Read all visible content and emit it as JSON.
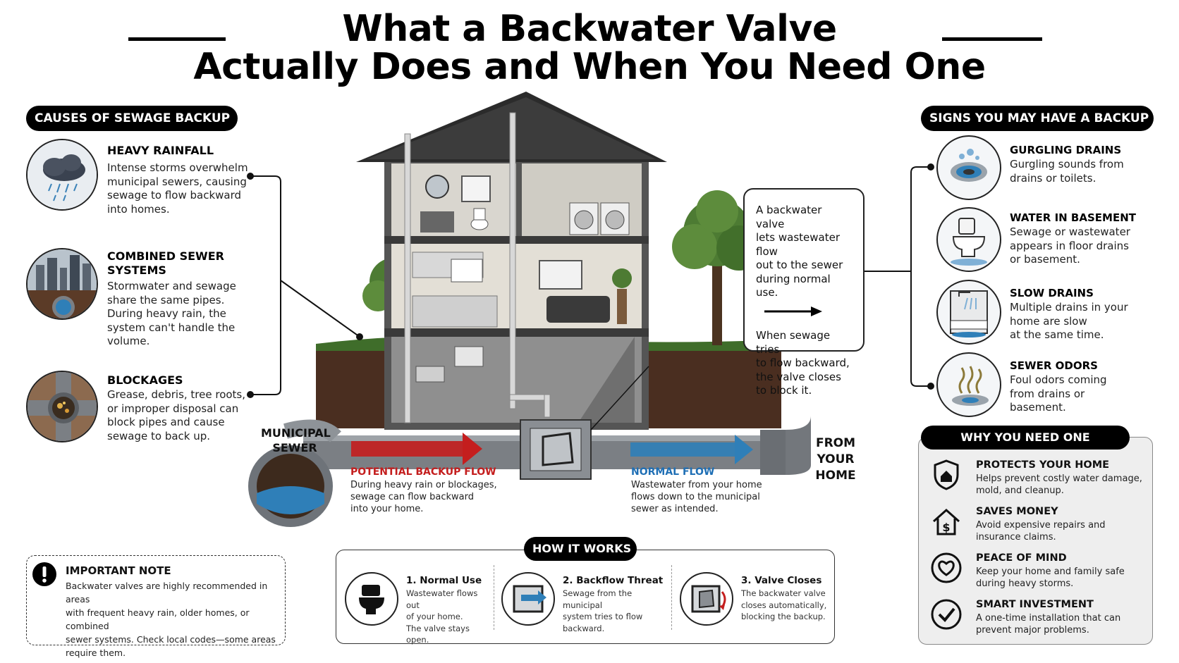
{
  "title": {
    "line1": "What a Backwater Valve",
    "line2": "Actually Does and When You Need One"
  },
  "causes": {
    "header": "CAUSES OF SEWAGE BACKUP",
    "items": [
      {
        "title": "HEAVY RAINFALL",
        "text": [
          "Intense storms overwhelm",
          "municipal sewers, causing",
          "sewage to flow backward",
          "into homes."
        ],
        "icon": "storm-cloud-icon"
      },
      {
        "title": [
          "COMBINED SEWER",
          "SYSTEMS"
        ],
        "text": [
          "Stormwater and sewage",
          "share the same pipes.",
          "During heavy rain, the",
          "system can't handle the",
          "volume."
        ],
        "icon": "city-sewer-icon"
      },
      {
        "title": "BLOCKAGES",
        "text": [
          "Grease, debris, tree roots,",
          "or improper disposal can",
          "block pipes and cause",
          "sewage to back up."
        ],
        "icon": "blocked-pipe-icon"
      }
    ]
  },
  "signs": {
    "header": "SIGNS YOU MAY HAVE A BACKUP",
    "items": [
      {
        "title": "GURGLING DRAINS",
        "text": [
          "Gurgling sounds from",
          "drains or toilets."
        ],
        "icon": "drain-icon"
      },
      {
        "title": "WATER IN BASEMENT",
        "text": [
          "Sewage or wastewater",
          "appears in floor drains",
          "or basement."
        ],
        "icon": "toilet-icon"
      },
      {
        "title": "SLOW DRAINS",
        "text": [
          "Multiple drains in your",
          "home are slow",
          "at the same time."
        ],
        "icon": "shower-icon"
      },
      {
        "title": "SEWER ODORS",
        "text": [
          "Foul odors coming",
          "from drains or",
          "basement."
        ],
        "icon": "odor-icon"
      }
    ]
  },
  "callout": {
    "text1": [
      "A backwater valve",
      "lets wastewater flow",
      "out to the sewer",
      "during normal use."
    ],
    "text2": [
      "When sewage tries",
      "to flow backward,",
      "the valve closes",
      "to block it."
    ]
  },
  "diagram": {
    "municipal_label": [
      "MUNICIPAL",
      "SEWER"
    ],
    "from_home_label": [
      "FROM",
      "YOUR",
      "HOME"
    ],
    "backup_flow": {
      "title": "POTENTIAL BACKUP FLOW",
      "text": [
        "During heavy rain or blockages,",
        "sewage can flow backward",
        "into your home."
      ],
      "color": "#c41e1e"
    },
    "normal_flow": {
      "title": "NORMAL FLOW",
      "text": [
        "Wastewater from your home",
        "flows down to the municipal",
        "sewer as intended."
      ],
      "color": "#1f6fb5"
    }
  },
  "note": {
    "title": "IMPORTANT NOTE",
    "text": [
      "Backwater valves are highly recommended in areas",
      "with frequent heavy rain, older homes, or combined",
      "sewer systems. Check local codes—some areas",
      "require them."
    ]
  },
  "how": {
    "header": "HOW IT WORKS",
    "steps": [
      {
        "title": "1. Normal Use",
        "text": [
          "Wastewater flows out",
          "of your home.",
          "The valve stays open."
        ],
        "icon": "toilet-icon"
      },
      {
        "title": "2. Backflow Threat",
        "text": [
          "Sewage from the municipal",
          "system tries to flow",
          "backward."
        ],
        "icon": "valve-arrow-icon"
      },
      {
        "title": "3. Valve Closes",
        "text": [
          "The backwater valve",
          "closes automatically,",
          "blocking the backup."
        ],
        "icon": "valve-closed-icon"
      }
    ]
  },
  "why": {
    "header": "WHY YOU NEED ONE",
    "items": [
      {
        "title": "PROTECTS YOUR HOME",
        "text": [
          "Helps prevent costly water damage,",
          "mold, and cleanup."
        ],
        "icon": "shield-home-icon"
      },
      {
        "title": "SAVES MONEY",
        "text": [
          "Avoid expensive repairs and",
          "insurance claims."
        ],
        "icon": "house-dollar-icon"
      },
      {
        "title": "PEACE OF MIND",
        "text": [
          "Keep your home and family safe",
          "during heavy storms."
        ],
        "icon": "heart-shield-icon"
      },
      {
        "title": "SMART INVESTMENT",
        "text": [
          "A one-time installation that can",
          "prevent major problems."
        ],
        "icon": "check-circle-icon"
      }
    ]
  }
}
